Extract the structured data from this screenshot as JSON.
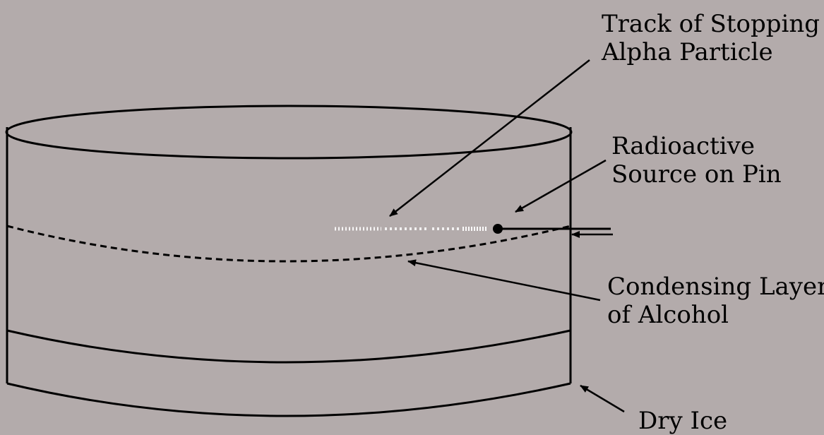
{
  "diagram": {
    "labels": {
      "track_line1": "Track of Stopping",
      "track_line2": "Alpha Particle",
      "source_line1": "Radioactive",
      "source_line2": "Source on Pin",
      "condensing_line1": "Condensing Layer",
      "condensing_line2": "of Alcohol",
      "dry_ice": "Dry Ice"
    },
    "colors": {
      "background": "#b3abab",
      "ink": "#000000",
      "track": "#ffffff"
    }
  }
}
